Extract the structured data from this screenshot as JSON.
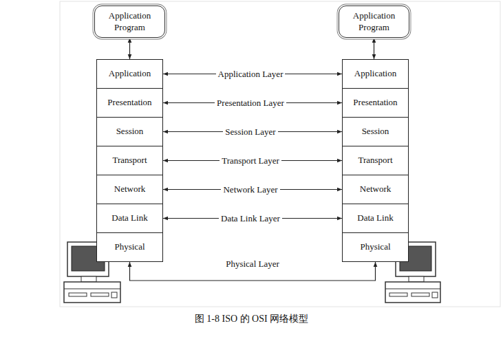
{
  "diagram": {
    "caption": "图 1-8 ISO 的 OSI 网络模型",
    "nodes": [
      {
        "text": [
          "Application Program"
        ]
      },
      {
        "text": [
          "Application Program"
        ]
      },
      {
        "text": [
          "Application"
        ]
      },
      {
        "text": [
          "Presentation"
        ]
      },
      {
        "text": [
          "Session"
        ]
      },
      {
        "text": [
          "Transport"
        ]
      },
      {
        "text": [
          "Network"
        ]
      },
      {
        "text": [
          "Data Link"
        ]
      },
      {
        "text": [
          "Physical"
        ]
      },
      {
        "text": [
          "Application"
        ]
      },
      {
        "text": [
          "Presentation"
        ]
      },
      {
        "text": [
          "Session"
        ]
      },
      {
        "text": [
          "Transport"
        ]
      },
      {
        "text": [
          "Network"
        ]
      },
      {
        "text": [
          "Data Link"
        ]
      },
      {
        "text": [
          "Physical"
        ]
      }
    ],
    "edges": [
      {
        "from": 0,
        "to": 2,
        "arrow": "both"
      },
      {
        "from": 1,
        "to": 9,
        "arrow": "both"
      },
      {
        "from": 2,
        "to": 9,
        "label": "Application Layer",
        "arrow": "both"
      },
      {
        "from": 3,
        "to": 10,
        "label": "Presentation Layer",
        "arrow": "both"
      },
      {
        "from": 4,
        "to": 11,
        "label": "Session Layer",
        "arrow": "both"
      },
      {
        "from": 5,
        "to": 12,
        "label": "Transport Layer",
        "arrow": "both"
      },
      {
        "from": 6,
        "to": 13,
        "label": "Network Layer",
        "arrow": "both"
      },
      {
        "from": 7,
        "to": 14,
        "label": "Data Link Layer",
        "arrow": "both"
      },
      {
        "from": 8,
        "to": 15,
        "label": "Physical Layer",
        "arrow": "both"
      }
    ]
  }
}
